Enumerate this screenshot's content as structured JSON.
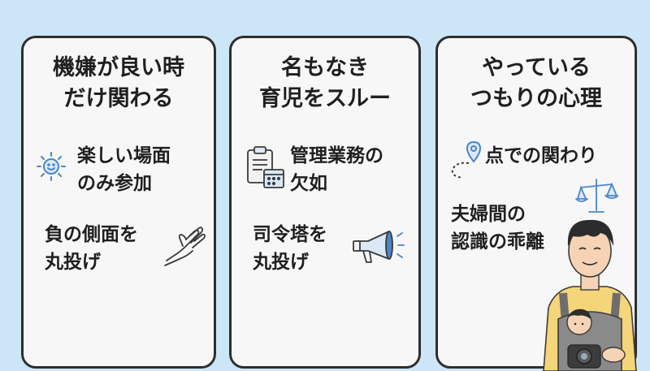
{
  "cards": [
    {
      "title": "機嫌が良い時\nだけ関わる",
      "items": [
        {
          "text": "楽しい場面\nのみ参加",
          "icon": "sun-icon"
        },
        {
          "text": "負の側面を\n丸投げ",
          "icon": "hand-icon"
        }
      ]
    },
    {
      "title": "名もなき\n育児をスルー",
      "items": [
        {
          "text": "管理業務の\n欠如",
          "icon": "clipboard-calendar-icon"
        },
        {
          "text": "司令塔を\n丸投げ",
          "icon": "megaphone-icon"
        }
      ]
    },
    {
      "title": "やっている\nつもりの心理",
      "items": [
        {
          "text": "点での関わり",
          "icon": "location-pin-icon"
        },
        {
          "text": "夫婦間の\n認識の乖離",
          "icon": "scales-icon"
        }
      ]
    }
  ],
  "colors": {
    "background": "#cde6f7",
    "card": "#f7f7f7",
    "border": "#2e2e2e",
    "accent_blue": "#4a86c8",
    "shirt_yellow": "#f4d57a"
  }
}
